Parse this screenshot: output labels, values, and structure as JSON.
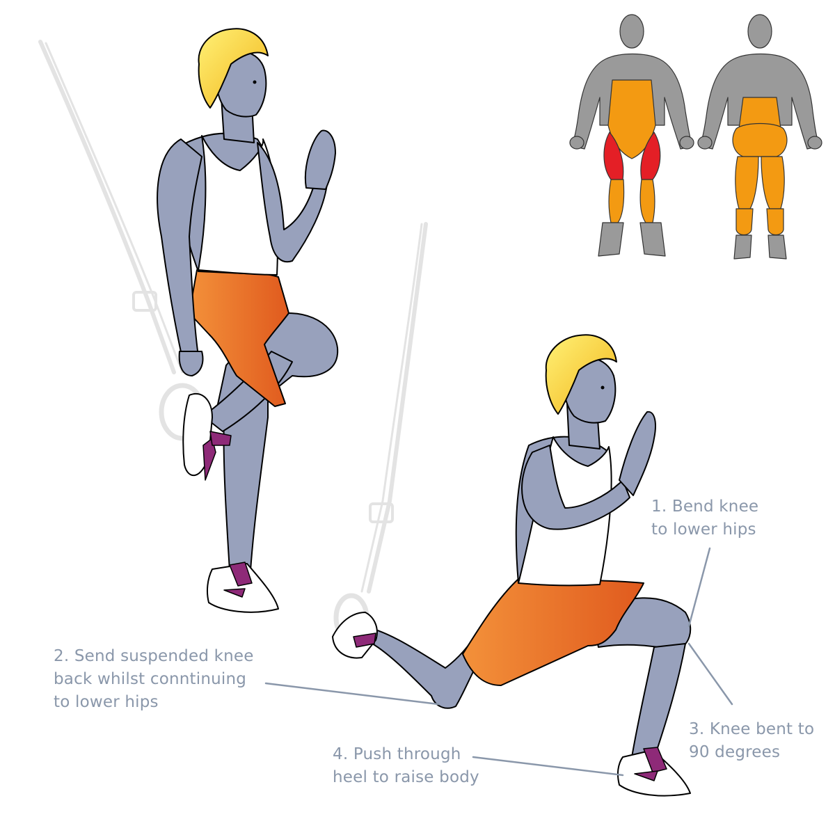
{
  "colors": {
    "skin": "#98a1bc",
    "skin_shadow": "#7c86a3",
    "hair": "#f2c21b",
    "vest": "#ffffff",
    "shorts_light": "#f3913a",
    "shorts_dark": "#e05a1e",
    "shoe_accent": "#8e2a78",
    "strap": "#e3e3e3",
    "muscle_primary": "#f39a12",
    "muscle_secondary": "#e41f26",
    "muscle_base": "#9a9a9a",
    "callout_text": "#8a97aa",
    "callout_line": "#8a97aa"
  },
  "steps": [
    {
      "lines": [
        "1. Bend knee",
        "to lower hips"
      ]
    },
    {
      "lines": [
        "2. Send suspended knee",
        "back whilst conntinuing",
        "to lower hips"
      ]
    },
    {
      "lines": [
        "3. Knee bent to",
        "90 degrees"
      ]
    },
    {
      "lines": [
        "4. Push through",
        "heel to raise body"
      ]
    }
  ],
  "muscle_map": {
    "views": [
      "front-view",
      "back-view"
    ],
    "primary_muscles": [
      "abdominals",
      "obliques",
      "quadriceps",
      "glutes",
      "hamstrings",
      "calves",
      "lower-back"
    ],
    "secondary_muscles": [
      "hip-flexors"
    ]
  }
}
